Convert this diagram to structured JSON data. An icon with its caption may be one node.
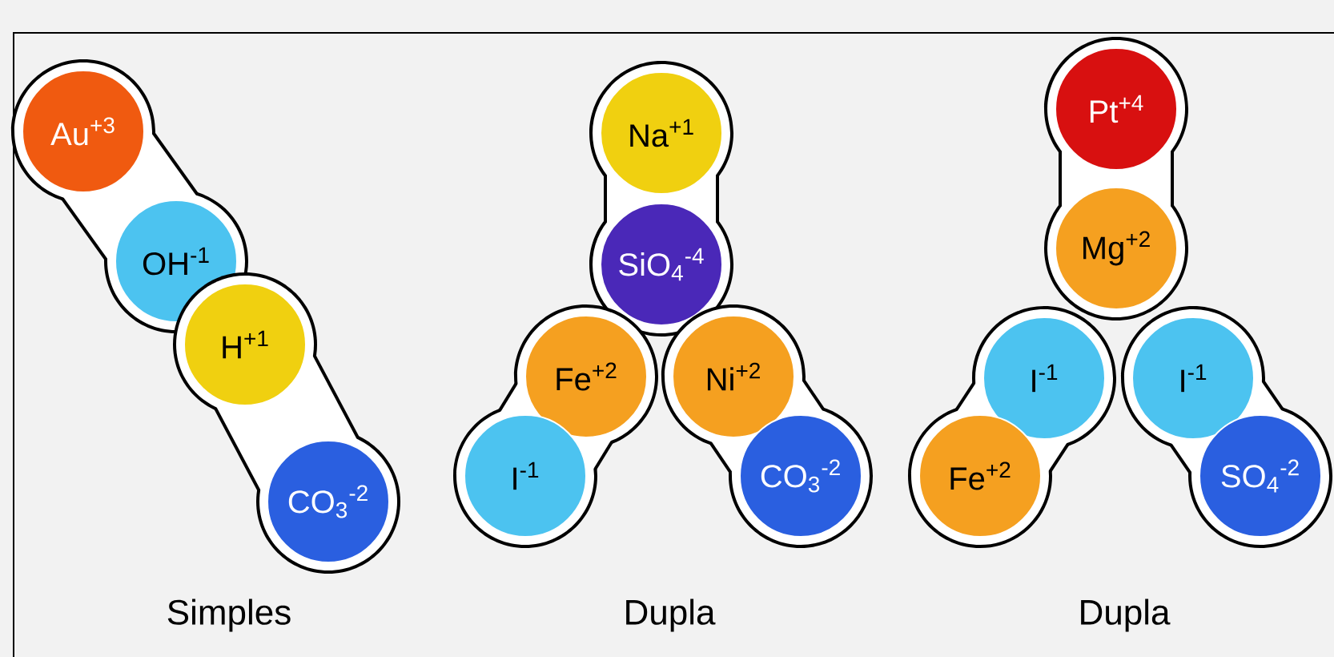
{
  "diagram": {
    "nodes": [
      {
        "text": [],
        "shape": "capsule"
      },
      {
        "text": [
          "Au$^{+3}$"
        ],
        "in": 0
      },
      {
        "text": [
          "OH$^{-1}$"
        ],
        "in": 0
      },
      {
        "text": [],
        "shape": "capsule"
      },
      {
        "text": [
          "H$^{+1}$"
        ],
        "in": 3
      },
      {
        "text": [
          "CO$_{3}$$^{-2}$"
        ],
        "in": 3
      },
      {
        "text": [],
        "shape": "capsule"
      },
      {
        "text": [
          "Na$^{+1}$"
        ],
        "in": 6
      },
      {
        "text": [
          "SiO$_{4}$$^{-4}$"
        ],
        "in": 6
      },
      {
        "text": [],
        "shape": "capsule"
      },
      {
        "text": [
          "Fe$^{+2}$"
        ],
        "in": 9
      },
      {
        "text": [
          "I$^{-1}$"
        ],
        "in": 9
      },
      {
        "text": [],
        "shape": "capsule"
      },
      {
        "text": [
          "Ni$^{+2}$"
        ],
        "in": 12
      },
      {
        "text": [
          "CO$_{3}$$^{-2}$"
        ],
        "in": 12
      },
      {
        "text": [],
        "shape": "capsule"
      },
      {
        "text": [
          "Pt$^{+4}$"
        ],
        "in": 15
      },
      {
        "text": [
          "Mg$^{+2}$"
        ],
        "in": 15
      },
      {
        "text": [],
        "shape": "capsule"
      },
      {
        "text": [
          "I$^{-1}$"
        ],
        "in": 18
      },
      {
        "text": [
          "Fe$^{+2}$"
        ],
        "in": 18
      },
      {
        "text": [],
        "shape": "capsule"
      },
      {
        "text": [
          "I$^{-1}$"
        ],
        "in": 21
      },
      {
        "text": [
          "SO$_{4}$$^{-2}$"
        ],
        "in": 21
      }
    ],
    "labels": [
      "Simples",
      "Dupla",
      "Dupla"
    ]
  }
}
